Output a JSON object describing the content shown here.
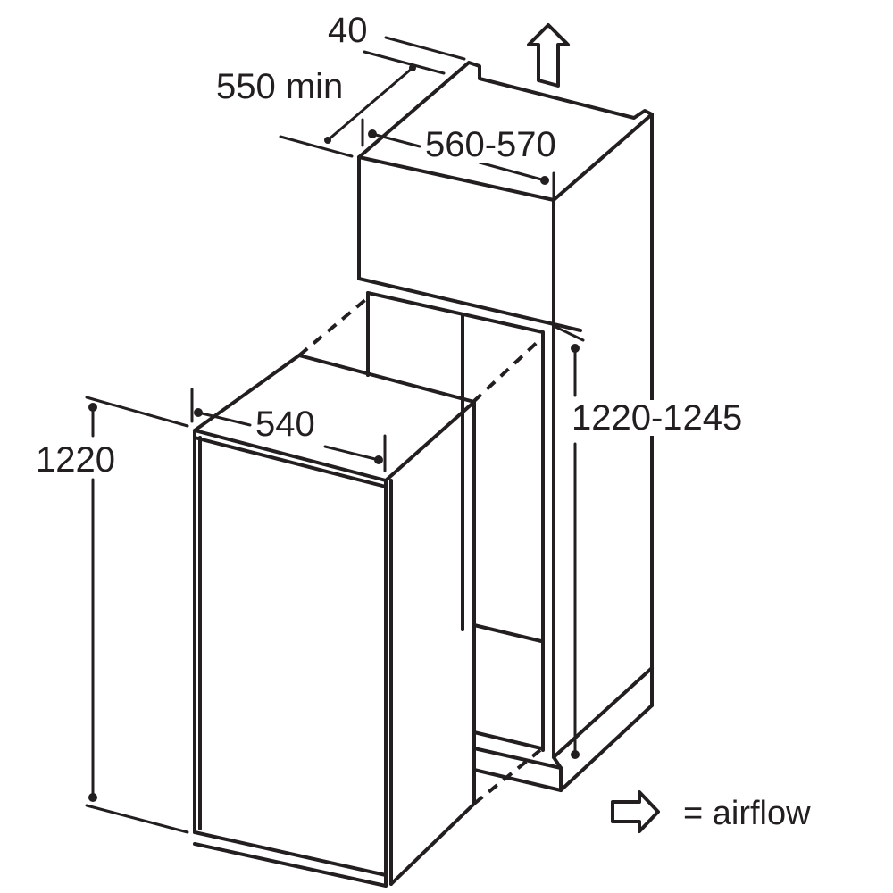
{
  "diagram": {
    "type": "built-in appliance installation dimension drawing",
    "stroke_color": "#231f20",
    "background": "#ffffff",
    "dimensions": {
      "top_vent_gap": "40",
      "niche_depth": "550 min",
      "niche_width": "560-570",
      "appliance_width": "540",
      "appliance_height": "1220",
      "niche_height": "1220-1245"
    },
    "legend": {
      "icon": "hollow-arrow-right-icon",
      "text": "= airflow"
    },
    "airflow_arrows": [
      {
        "position": "top of cabinet",
        "direction": "up"
      }
    ]
  }
}
